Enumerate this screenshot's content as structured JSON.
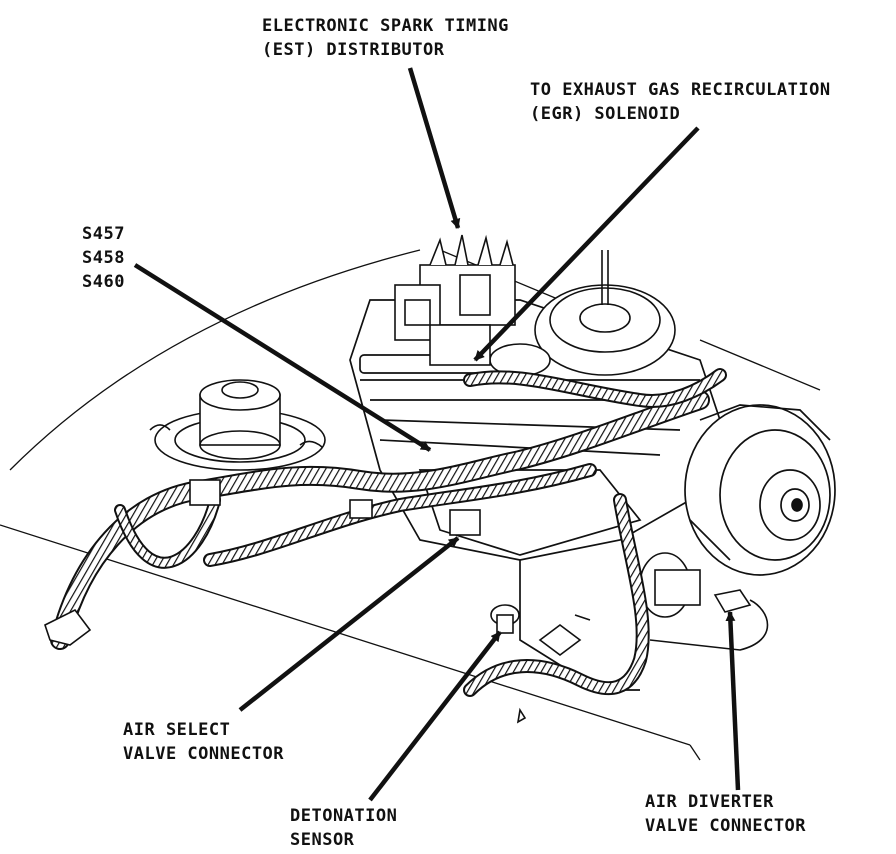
{
  "labels": {
    "est": {
      "line1": "ELECTRONIC SPARK TIMING",
      "line2": "(EST) DISTRIBUTOR"
    },
    "egr": {
      "line1": "TO EXHAUST GAS RECIRCULATION",
      "line2": "(EGR) SOLENOID"
    },
    "splices": {
      "line1": "S457",
      "line2": "S458",
      "line3": "S460"
    },
    "air_select": {
      "line1": "AIR SELECT",
      "line2": "VALVE CONNECTOR"
    },
    "detonation": {
      "line1": "DETONATION",
      "line2": "SENSOR"
    },
    "air_diverter": {
      "line1": "AIR DIVERTER",
      "line2": "VALVE CONNECTOR"
    }
  },
  "colors": {
    "ink": "#111111",
    "paper": "#ffffff"
  }
}
